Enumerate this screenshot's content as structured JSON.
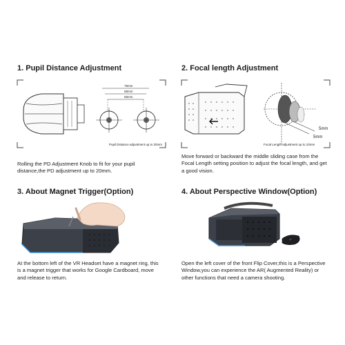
{
  "sections": [
    {
      "title": "1. Pupil Distance Adjustment",
      "description": "Rolling the PD Adjustment Knob to fit for your pupil distance,the PD adjustment up to 20mm.",
      "figure_caption": "Pupil Distance adjustment up to 20mm",
      "measurements": [
        "78mm",
        "68mm",
        "58mm"
      ]
    },
    {
      "title": "2. Focal length Adjustment",
      "description": "Move forward or backward the middle sliding case from the Focal Length setting position to adjust the focal length, and get a good vision.",
      "figure_caption": "Focal Length adjustment up to 10mm",
      "measurements": [
        "5mm",
        "5mm"
      ]
    },
    {
      "title": "3. About Magnet Trigger(Option)",
      "description": "At the bottom left of the VR Headset have a magnet ring, this is a magnet trigger that works for Google Cardboard, move and release to return."
    },
    {
      "title": "4. About Perspective Window(Option)",
      "description": "Open the left cover of the front Flip Cover,this is a Perspective Window,you can experience the AR( Augmented Reality) or other functions that need a camera shooting."
    }
  ]
}
